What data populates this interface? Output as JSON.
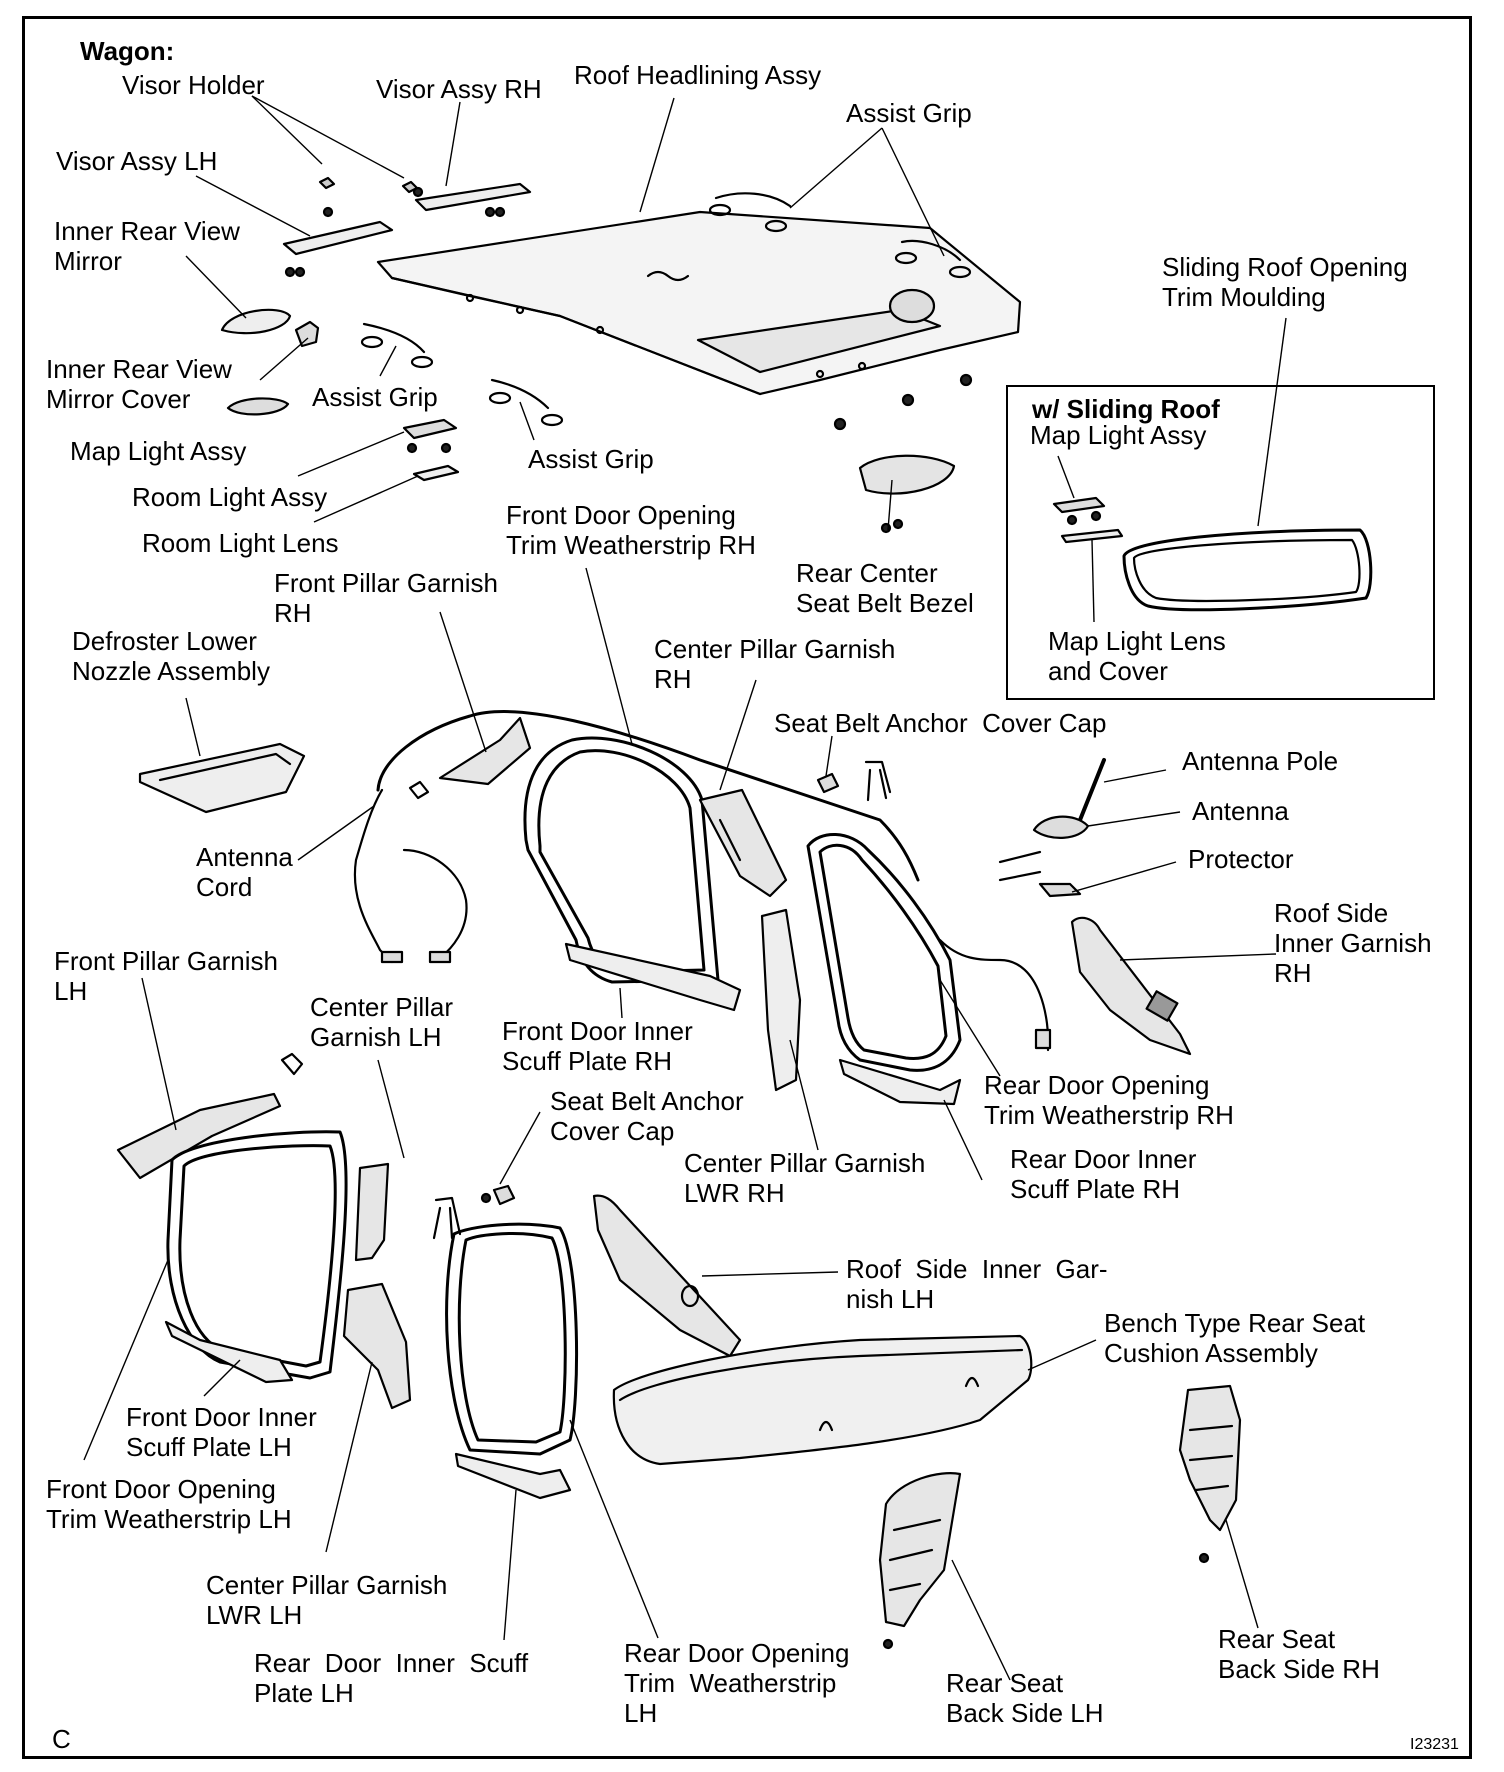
{
  "title": "Wagon:",
  "inset_title": "w/ Sliding Roof",
  "footer": {
    "left": "C",
    "right": "I23231"
  },
  "labels": {
    "visor_holder": "Visor Holder",
    "visor_assy_rh": "Visor Assy RH",
    "roof_headlining": "Roof Headlining Assy",
    "assist_grip_top": "Assist Grip",
    "visor_assy_lh": "Visor Assy LH",
    "inner_mirror": "Inner Rear View\nMirror",
    "sliding_roof_moulding": "Sliding Roof Opening\nTrim Moulding",
    "inner_mirror_cover": "Inner Rear View\nMirror Cover",
    "assist_grip_left": "Assist Grip",
    "map_light_assy": "Map Light Assy",
    "assist_grip_mid": "Assist Grip",
    "room_light_assy": "Room Light Assy",
    "room_light_lens": "Room Light Lens",
    "inset_map_light_assy": "Map Light Assy",
    "front_door_ws_rh": "Front Door Opening\nTrim Weatherstrip RH",
    "rear_center_bezel": "Rear Center\nSeat Belt Bezel",
    "front_pillar_rh": "Front Pillar Garnish\nRH",
    "defroster_nozzle": "Defroster Lower\nNozzle Assembly",
    "center_pillar_rh": "Center Pillar Garnish\nRH",
    "map_light_lens_cover": "Map Light Lens\nand Cover",
    "seat_belt_cap_rh": "Seat Belt Anchor  Cover Cap",
    "antenna_pole": "Antenna Pole",
    "antenna": "Antenna",
    "antenna_cord": "Antenna\nCord",
    "protector": "Protector",
    "roof_side_rh": "Roof Side\nInner Garnish\nRH",
    "front_pillar_lh": "Front Pillar Garnish\nLH",
    "center_pillar_lh": "Center Pillar\nGarnish LH",
    "front_scuff_rh": "Front Door Inner\nScuff Plate RH",
    "rear_door_ws_rh": "Rear Door Opening\nTrim Weatherstrip RH",
    "seat_belt_cap_lh": "Seat Belt Anchor\nCover Cap",
    "center_pillar_lwr_rh": "Center Pillar Garnish\nLWR RH",
    "rear_scuff_rh": "Rear Door Inner\nScuff Plate RH",
    "roof_side_lh": "Roof  Side  Inner  Gar-\nnish LH",
    "bench_seat": "Bench Type Rear Seat\nCushion Assembly",
    "front_scuff_lh": "Front Door Inner\nScuff Plate LH",
    "front_door_ws_lh": "Front Door Opening\nTrim Weatherstrip LH",
    "center_pillar_lwr_lh": "Center Pillar Garnish\nLWR LH",
    "rear_scuff_lh": "Rear  Door  Inner  Scuff\nPlate LH",
    "rear_door_ws_lh": "Rear Door Opening\nTrim  Weatherstrip\nLH",
    "rear_seat_back_rh": "Rear Seat\nBack Side RH",
    "rear_seat_back_lh": "Rear Seat\nBack Side LH"
  }
}
